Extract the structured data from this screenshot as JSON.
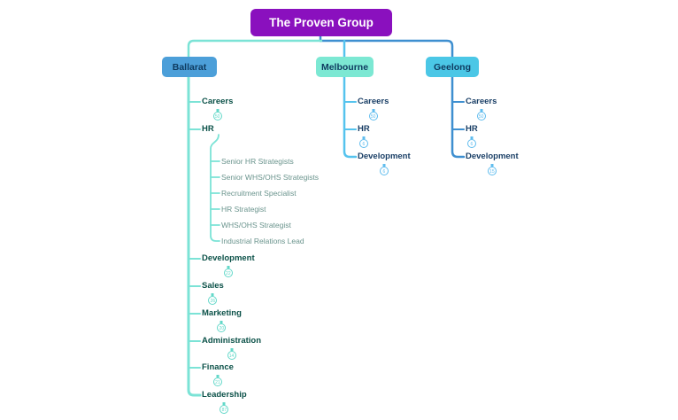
{
  "title": "The Proven Group",
  "theme": {
    "canvas_bg": "#ffffff",
    "root_bg": "#8a10be",
    "root_text": "#ffffff",
    "node_text": "#0e3a5f",
    "ballarat_node_bg": "#4c9fd9",
    "melbourne_node_bg": "#7ce8d3",
    "geelong_node_bg": "#4bc7e6",
    "ballarat_line": "#7be3d6",
    "melbourne_line": "#55c3ee",
    "geelong_line": "#3e8fd0",
    "ballarat_text": "#0b5148",
    "ballarat_subtext": "#6a948d",
    "city_item_text": "#1a3f66",
    "ballarat_badge": "#63d8c9",
    "city_badge": "#5fbcee"
  },
  "branches": [
    {
      "name": "Ballarat",
      "items": [
        {
          "label": "Careers",
          "badge": "50"
        },
        {
          "label": "HR",
          "badge": null,
          "children": [
            {
              "label": "Senior HR Strategists"
            },
            {
              "label": "Senior WHS/OHS Strategists"
            },
            {
              "label": "Recruitment Specialist"
            },
            {
              "label": "HR Strategist"
            },
            {
              "label": "WHS/OHS Strategist"
            },
            {
              "label": "Industrial Relations Lead"
            }
          ]
        },
        {
          "label": "Development",
          "badge": "22"
        },
        {
          "label": "Sales",
          "badge": "26"
        },
        {
          "label": "Marketing",
          "badge": "20"
        },
        {
          "label": "Administration",
          "badge": "14"
        },
        {
          "label": "Finance",
          "badge": "21"
        },
        {
          "label": "Leadership",
          "badge": "87"
        }
      ]
    },
    {
      "name": "Melbourne",
      "items": [
        {
          "label": "Careers",
          "badge": "50"
        },
        {
          "label": "HR",
          "badge": "6"
        },
        {
          "label": "Development",
          "badge": "6"
        }
      ]
    },
    {
      "name": "Geelong",
      "items": [
        {
          "label": "Careers",
          "badge": "50"
        },
        {
          "label": "HR",
          "badge": "6"
        },
        {
          "label": "Development",
          "badge": "15"
        }
      ]
    }
  ]
}
